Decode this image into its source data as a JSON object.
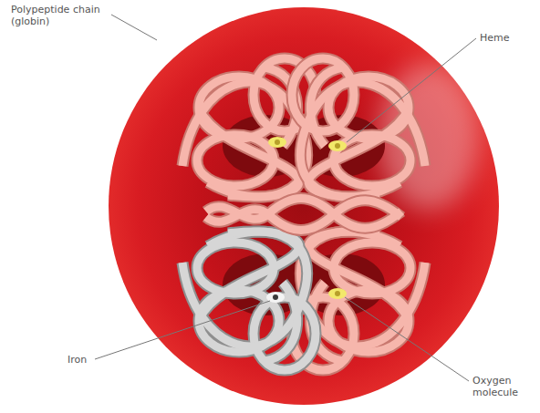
{
  "diagram": {
    "labels": [
      "Polypeptide chain (globin)",
      "Heme",
      "Iron",
      "Oxygen molecule"
    ]
  }
}
